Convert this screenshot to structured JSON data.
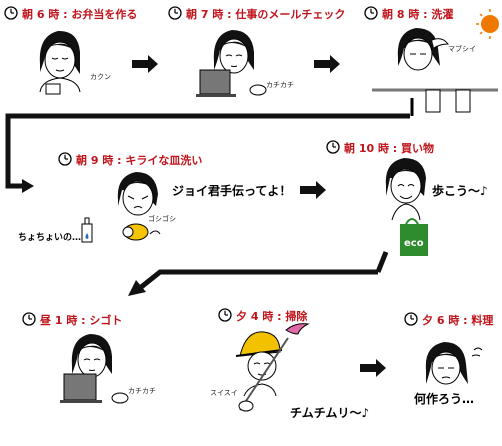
{
  "steps": [
    {
      "label": "朝 6 時 : お弁当を作る"
    },
    {
      "label": "朝 7 時 : 仕事のメールチェック"
    },
    {
      "label": "朝 8 時 : 洗濯"
    },
    {
      "label": "朝 9 時 : キライな皿洗い"
    },
    {
      "label": "朝 10 時 : 買い物"
    },
    {
      "label": "昼 1 時 : シゴト"
    },
    {
      "label": "夕 4 時 : 掃除"
    },
    {
      "label": "夕 6 時 : 料理"
    }
  ],
  "sounds": {
    "kakun": "カクン",
    "kachikachi1": "カチカチ",
    "mabushii": "マブシイ",
    "goshigoshi": "ゴシゴシ",
    "kachikachi2": "カチカチ",
    "suisui": "スイスイ"
  },
  "speech": {
    "joy": "ジョイ君手伝ってよ！",
    "aruko": "歩こう～♪",
    "chom": "チムチムリ～♪",
    "nanitsukuro": "何作ろう…",
    "chobitto": "ちょちょいの…"
  },
  "bag_text": "eco",
  "colors": {
    "label": "#c0141c",
    "sun": "#f07800",
    "bag": "#2e8b2e",
    "helmet": "#f2c200"
  }
}
